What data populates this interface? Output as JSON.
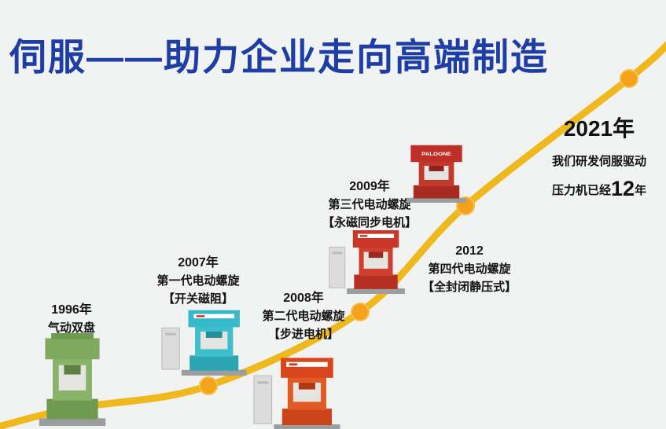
{
  "title": "伺服——助力企业走向高端制造",
  "milestones": [
    {
      "year": "1996年",
      "line1": "气动双盘",
      "line2": ""
    },
    {
      "year": "2007年",
      "line1": "第一代电动螺旋",
      "line2": "【开关磁阻】"
    },
    {
      "year": "2008年",
      "line1": "第二代电动螺旋",
      "line2": "【步进电机】"
    },
    {
      "year": "2009年",
      "line1": "第三代电动螺旋",
      "line2": "【永磁同步电机】"
    },
    {
      "year": "2012",
      "line1": "第四代电动螺旋",
      "line2": "【全封闭静压式】"
    }
  ],
  "endpoint": {
    "year": "2021年",
    "line1": "我们研发伺服驱动",
    "line2_prefix": "压力机已经",
    "line2_number": "12",
    "line2_suffix": "年"
  },
  "machine_brand": "PALOONE",
  "colors": {
    "title_blue": "#1e3da5",
    "curve_gold": "#efb81c",
    "marker_orange": "#f5a21b",
    "background": "#f1f2f2"
  }
}
